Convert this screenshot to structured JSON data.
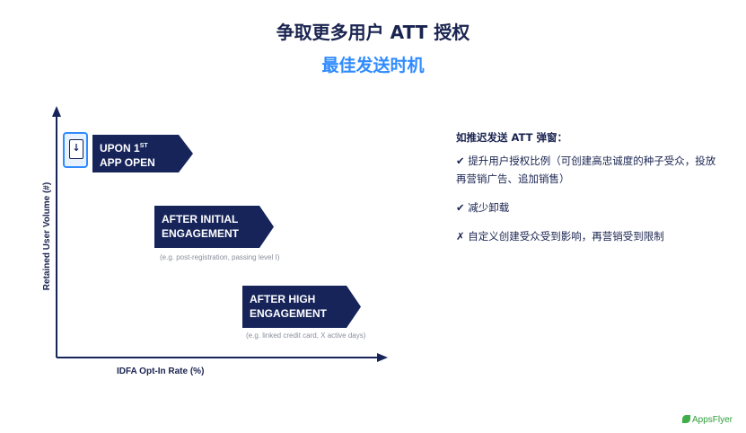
{
  "header": {
    "title": "争取更多用户 ATT 授权",
    "subtitle": "最佳发送时机"
  },
  "diagram": {
    "y_axis_label": "Retained User Volume (#)",
    "x_axis_label": "IDFA Opt-In Rate (%)",
    "stages": [
      {
        "line1": "UPON 1",
        "line1_sup": "ST",
        "line2": "APP OPEN",
        "note": ""
      },
      {
        "line1": "AFTER INITIAL",
        "line1_sup": "",
        "line2": "ENGAGEMENT",
        "note": "(e.g. post-registration, passing level I)"
      },
      {
        "line1": "AFTER HIGH",
        "line1_sup": "",
        "line2": "ENGAGEMENT",
        "note": "(e.g. linked credit card, X active days)"
      }
    ],
    "icon": "phone-download-icon",
    "colors": {
      "stage": "#16245a",
      "accent": "#2f8bff",
      "axis": "#16245a"
    }
  },
  "panel": {
    "heading": "如推迟发送 ATT 弹窗：",
    "items": [
      "✔ 提升用户授权比例（可创建高忠诚度的种子受众，投放再营销广告、追加销售）",
      "✔ 减少卸载",
      "✗ 自定义创建受众受到影响，再营销受到限制"
    ]
  },
  "footer": {
    "logo_text": "AppsFlyer"
  }
}
